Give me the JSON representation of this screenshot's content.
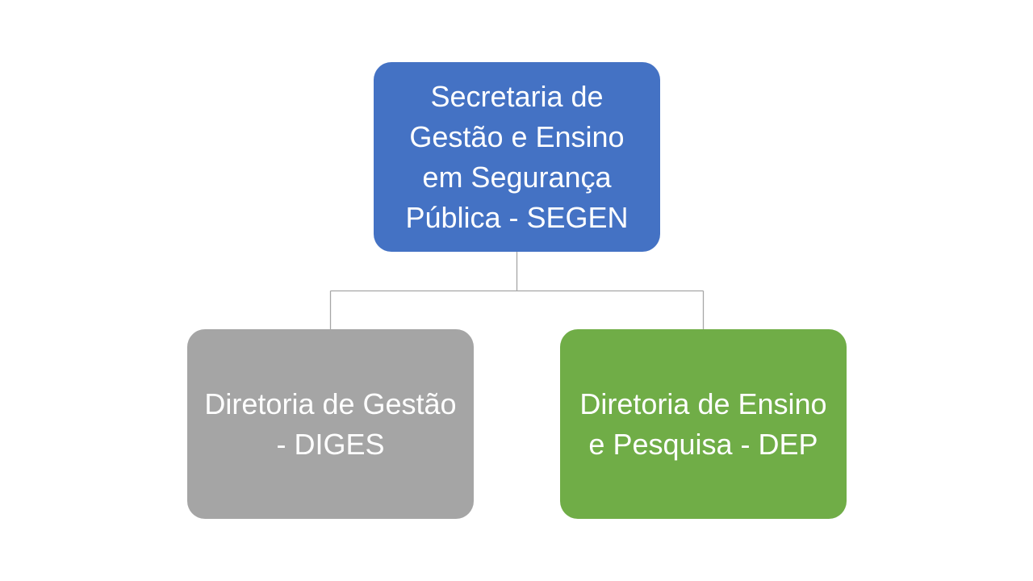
{
  "org_chart": {
    "root": {
      "label": "Secretaria de Gestão e Ensino em Segurança Pública - SEGEN",
      "color": "#4472C4"
    },
    "children": [
      {
        "label": "Diretoria de Gestão - DIGES",
        "color": "#A5A5A5"
      },
      {
        "label": "Diretoria de Ensino e Pesquisa - DEP",
        "color": "#70AD47"
      }
    ],
    "connector_color": "#A6A6A6"
  }
}
